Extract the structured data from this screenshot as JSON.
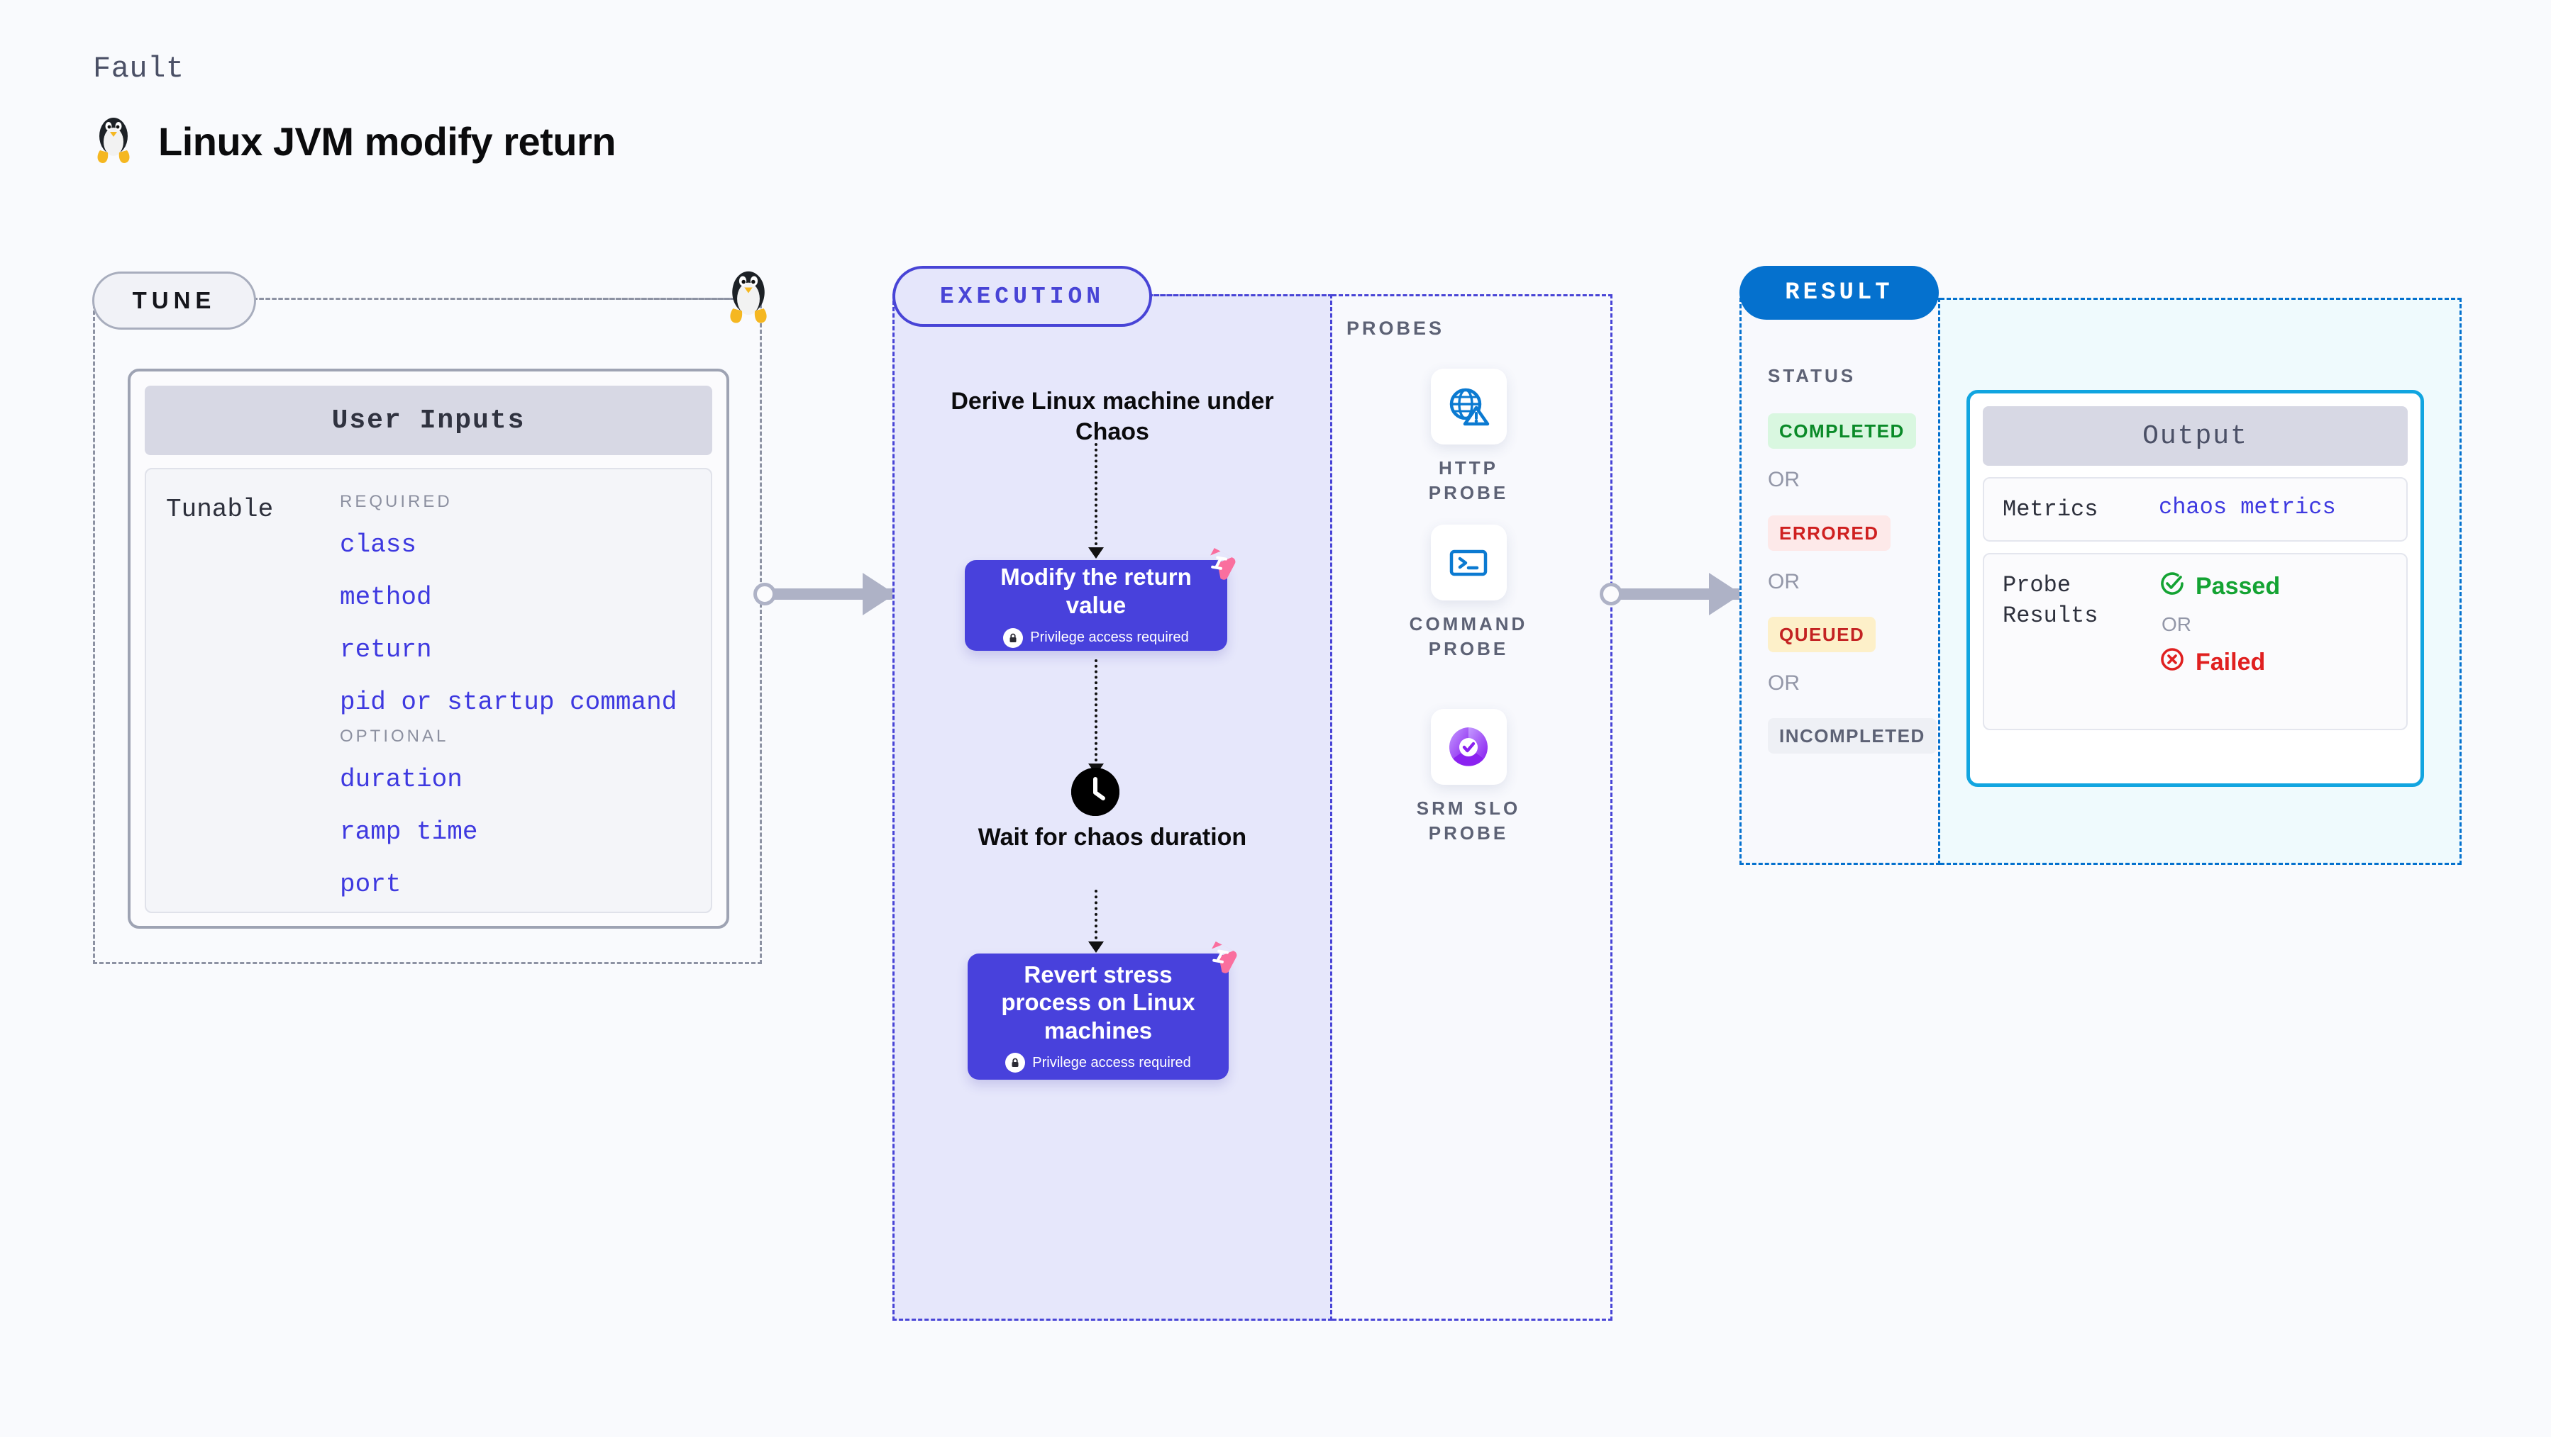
{
  "header": {
    "eyebrow": "Fault",
    "title": "Linux JVM modify return",
    "icon": "linux-penguin-icon"
  },
  "tune": {
    "pill_label": "TUNE",
    "card": {
      "header": "User Inputs",
      "row_label": "Tunable",
      "groups": [
        {
          "name": "REQUIRED",
          "items": [
            "class",
            "method",
            "return",
            "pid or startup command"
          ]
        },
        {
          "name": "OPTIONAL",
          "items": [
            "duration",
            "ramp time",
            "port"
          ]
        }
      ]
    }
  },
  "execution": {
    "pill_label": "EXECUTION",
    "steps": [
      {
        "type": "text",
        "label": "Derive Linux machine under Chaos"
      },
      {
        "type": "box",
        "label": "Modify the return value",
        "privilege_note": "Privilege access required",
        "icon": "lock-icon",
        "badge_icon": "harness-flag-icon"
      },
      {
        "type": "wait",
        "label": "Wait for chaos duration",
        "icon": "clock-icon"
      },
      {
        "type": "box",
        "label": "Revert stress process on Linux machines",
        "privilege_note": "Privilege access required",
        "icon": "lock-icon",
        "badge_icon": "harness-flag-icon"
      }
    ]
  },
  "probes": {
    "section_label": "PROBES",
    "items": [
      {
        "label": "HTTP PROBE",
        "icon": "globe-warning-icon"
      },
      {
        "label": "COMMAND PROBE",
        "icon": "terminal-icon"
      },
      {
        "label": "SRM SLO PROBE",
        "icon": "slo-donut-check-icon"
      }
    ]
  },
  "result": {
    "pill_label": "RESULT",
    "status_label": "STATUS",
    "or_label": "OR",
    "statuses": [
      {
        "label": "COMPLETED",
        "bg": "#d9f7e0",
        "color": "#0a8a28"
      },
      {
        "label": "ERRORED",
        "bg": "#fde9e9",
        "color": "#cf2020"
      },
      {
        "label": "QUEUED",
        "bg": "#fdf0c9",
        "color": "#c32222"
      },
      {
        "label": "INCOMPLETED",
        "bg": "#eef0f5",
        "color": "#5d6275"
      }
    ],
    "output": {
      "header": "Output",
      "metrics_label": "Metrics",
      "metrics_value": "chaos metrics",
      "probe_results_label": "Probe Results",
      "passed_label": "Passed",
      "failed_label": "Failed",
      "or_label": "OR",
      "passed_icon": "check-circle-icon",
      "failed_icon": "x-circle-icon"
    }
  },
  "colors": {
    "background": "#f9fafd",
    "execution_purple": "#4841dc",
    "execution_fill": "#e6e7fb",
    "result_blue": "#0571ce",
    "output_cyan": "#11a5e0",
    "tunable_link": "#3e39e0",
    "harness_pink": "#ff6b9d"
  }
}
